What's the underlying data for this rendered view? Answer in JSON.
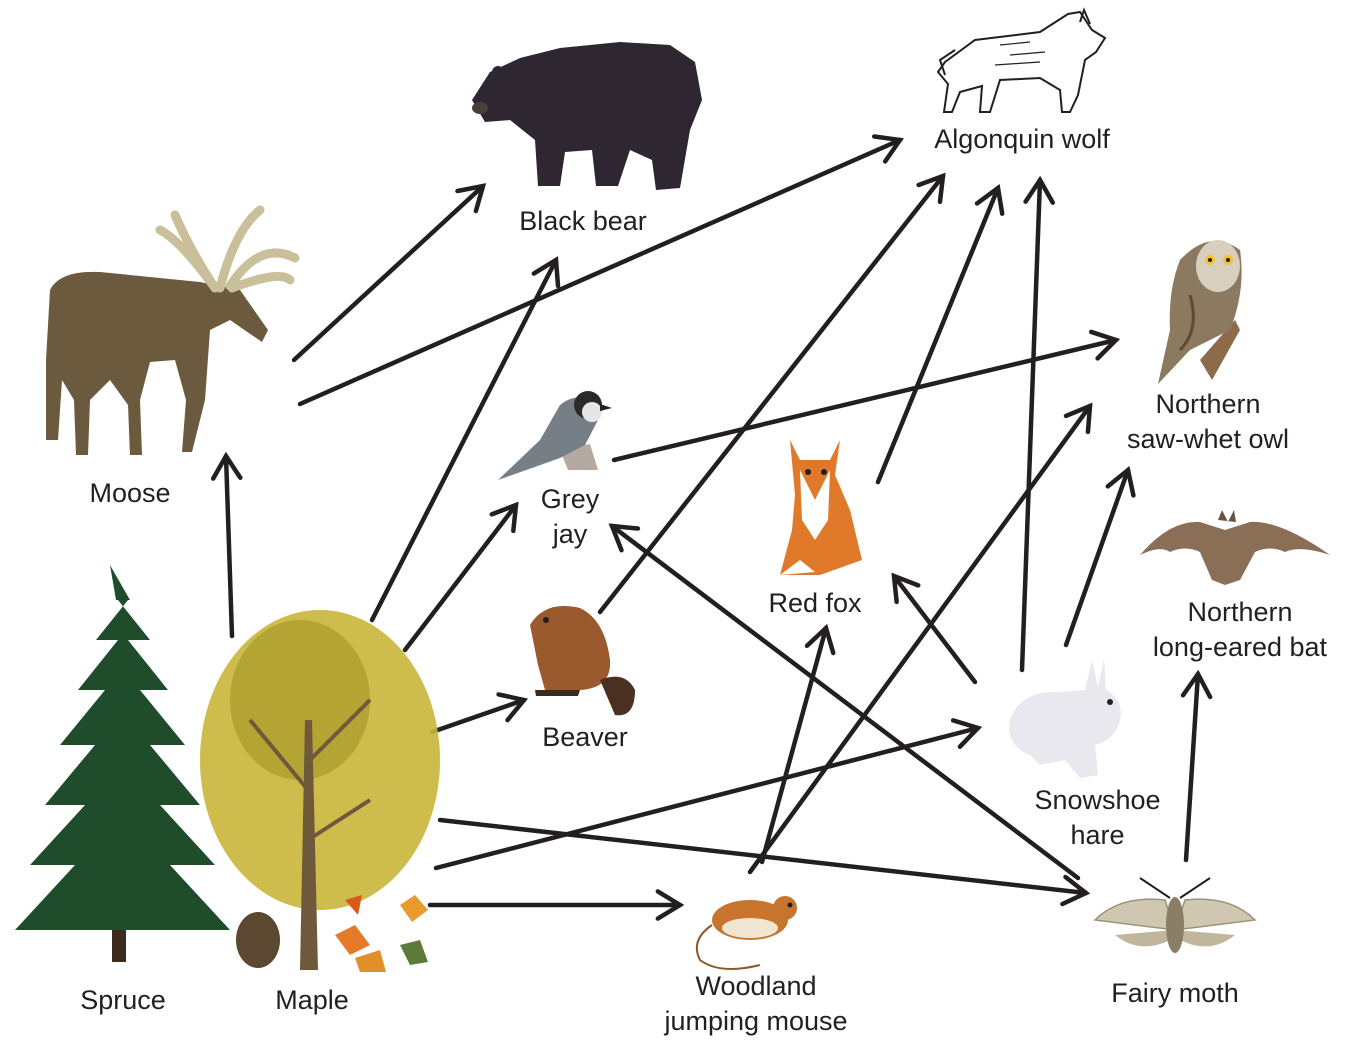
{
  "organisms": {
    "wolf": {
      "lines": [
        "Algonquin wolf"
      ],
      "icon": "wolf-icon"
    },
    "bear": {
      "lines": [
        "Black bear"
      ],
      "icon": "black-bear-icon"
    },
    "owl": {
      "lines": [
        "Northern",
        "saw-whet owl"
      ],
      "icon": "owl-icon"
    },
    "moose": {
      "lines": [
        "Moose"
      ],
      "icon": "moose-icon"
    },
    "jay": {
      "lines": [
        "Grey",
        "jay"
      ],
      "icon": "grey-jay-icon"
    },
    "fox": {
      "lines": [
        "Red fox"
      ],
      "icon": "red-fox-icon"
    },
    "bat": {
      "lines": [
        "Northern",
        "long-eared bat"
      ],
      "icon": "bat-icon"
    },
    "beaver": {
      "lines": [
        "Beaver"
      ],
      "icon": "beaver-icon"
    },
    "hare": {
      "lines": [
        "Snowshoe",
        "hare"
      ],
      "icon": "snowshoe-hare-icon"
    },
    "spruce": {
      "lines": [
        "Spruce"
      ],
      "icon": "spruce-tree-icon"
    },
    "maple": {
      "lines": [
        "Maple"
      ],
      "icon": "maple-tree-icon"
    },
    "mouse": {
      "lines": [
        "Woodland",
        "jumping mouse"
      ],
      "icon": "mouse-icon"
    },
    "moth": {
      "lines": [
        "Fairy moth"
      ],
      "icon": "moth-icon"
    }
  },
  "links": [
    {
      "from": "spruce",
      "to": "moose"
    },
    {
      "from": "maple",
      "to": "bear"
    },
    {
      "from": "maple",
      "to": "jay"
    },
    {
      "from": "maple",
      "to": "beaver"
    },
    {
      "from": "maple",
      "to": "hare"
    },
    {
      "from": "maple",
      "to": "mouse"
    },
    {
      "from": "maple",
      "to": "moth"
    },
    {
      "from": "moose",
      "to": "bear"
    },
    {
      "from": "moose",
      "to": "wolf"
    },
    {
      "from": "jay",
      "to": "owl"
    },
    {
      "from": "beaver",
      "to": "wolf"
    },
    {
      "from": "fox",
      "to": "wolf"
    },
    {
      "from": "hare",
      "to": "wolf"
    },
    {
      "from": "hare",
      "to": "fox"
    },
    {
      "from": "hare",
      "to": "owl"
    },
    {
      "from": "mouse",
      "to": "fox"
    },
    {
      "from": "mouse",
      "to": "owl"
    },
    {
      "from": "moth",
      "to": "jay"
    },
    {
      "from": "moth",
      "to": "bat"
    }
  ],
  "colors": {
    "arrow": "#231f20",
    "spruce": "#1f4d2b",
    "maple": "#c9b53a",
    "moose": "#6b5a3e",
    "bear": "#2e2630",
    "fox": "#e07a2a",
    "beaver": "#9a5a2e",
    "owl": "#8c7a60",
    "bat": "#8a6e55",
    "moth": "#cfc7b0",
    "hare": "#e8e8ee",
    "jay": "#777f86",
    "mouse": "#c8742c"
  }
}
